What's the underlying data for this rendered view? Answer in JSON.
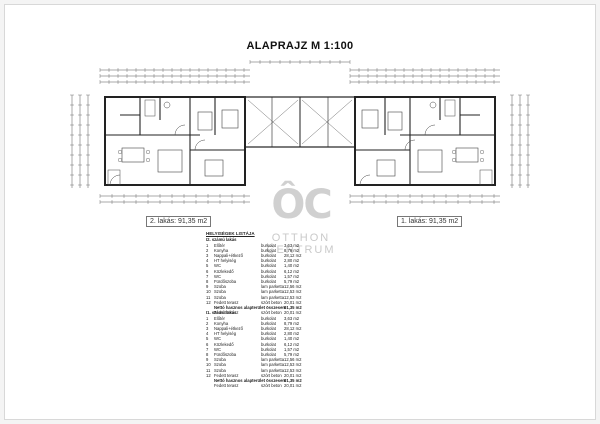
{
  "title": "ALAPRAJZ M 1:100",
  "plans": {
    "left_label": "2. lakás: 91,35 m2",
    "right_label": "1. lakás: 91,35 m2"
  },
  "watermark": {
    "main": "ÔC",
    "line1": "OTTHON",
    "line2": "CENTRUM"
  },
  "schedule": {
    "title": "HELYISÉGEK LISTÁJA",
    "units": [
      {
        "heading": "I2. számú lakás",
        "rows": [
          {
            "n": "1",
            "name": "Előtér",
            "mat": "burkolat",
            "area": "3,63 m2"
          },
          {
            "n": "2",
            "name": "Konyha",
            "mat": "burkolat",
            "area": "8,79 m2"
          },
          {
            "n": "3",
            "name": "Nappali+étkező",
            "mat": "burkolat",
            "area": "28,12 m2"
          },
          {
            "n": "4",
            "name": "HT helyiség",
            "mat": "burkolat",
            "area": "2,80 m2"
          },
          {
            "n": "5",
            "name": "WC",
            "mat": "burkolat",
            "area": "1,40 m2"
          },
          {
            "n": "6",
            "name": "Közlekedő",
            "mat": "burkolat",
            "area": "6,12 m2"
          },
          {
            "n": "7",
            "name": "WC",
            "mat": "burkolat",
            "area": "1,57 m2"
          },
          {
            "n": "8",
            "name": "Fürdőszoba",
            "mat": "burkolat",
            "area": "5,79 m2"
          },
          {
            "n": "9",
            "name": "Szoba",
            "mat": "lam parketta",
            "area": "12,56 m2"
          },
          {
            "n": "10",
            "name": "Szoba",
            "mat": "lam parketta",
            "area": "12,53 m2"
          },
          {
            "n": "11",
            "name": "Szoba",
            "mat": "lam parketta",
            "area": "12,53 m2"
          },
          {
            "n": "12",
            "name": "Fedett terasz",
            "mat": "szórt beton",
            "area": "20,01 m2"
          }
        ],
        "total_label": "Nettó hasznos alapterület összesen:",
        "total_value": "91,35 m2",
        "extra_name": "Fedett terasz",
        "extra_mat": "szórt beton",
        "extra_area": "20,01 m2"
      },
      {
        "heading": "I1. számú lakás",
        "rows": [
          {
            "n": "1",
            "name": "Előtér",
            "mat": "burkolat",
            "area": "3,63 m2"
          },
          {
            "n": "2",
            "name": "Konyha",
            "mat": "burkolat",
            "area": "8,79 m2"
          },
          {
            "n": "3",
            "name": "Nappali+étkező",
            "mat": "burkolat",
            "area": "28,12 m2"
          },
          {
            "n": "4",
            "name": "HT helyiség",
            "mat": "burkolat",
            "area": "2,80 m2"
          },
          {
            "n": "5",
            "name": "WC",
            "mat": "burkolat",
            "area": "1,40 m2"
          },
          {
            "n": "6",
            "name": "Közlekedő",
            "mat": "burkolat",
            "area": "6,12 m2"
          },
          {
            "n": "7",
            "name": "WC",
            "mat": "burkolat",
            "area": "1,57 m2"
          },
          {
            "n": "8",
            "name": "Fürdőszoba",
            "mat": "burkolat",
            "area": "5,79 m2"
          },
          {
            "n": "9",
            "name": "Szoba",
            "mat": "lam parketta",
            "area": "12,56 m2"
          },
          {
            "n": "10",
            "name": "Szoba",
            "mat": "lam parketta",
            "area": "12,53 m2"
          },
          {
            "n": "11",
            "name": "Szoba",
            "mat": "lam parketta",
            "area": "12,53 m2"
          },
          {
            "n": "12",
            "name": "Fedett terasz",
            "mat": "szórt beton",
            "area": "20,01 m2"
          }
        ],
        "total_label": "Nettó hasznos alapterület összesen:",
        "total_value": "91,35 m2",
        "extra_name": "Fedett terasz",
        "extra_mat": "szórt beton",
        "extra_area": "20,01 m2"
      }
    ]
  }
}
